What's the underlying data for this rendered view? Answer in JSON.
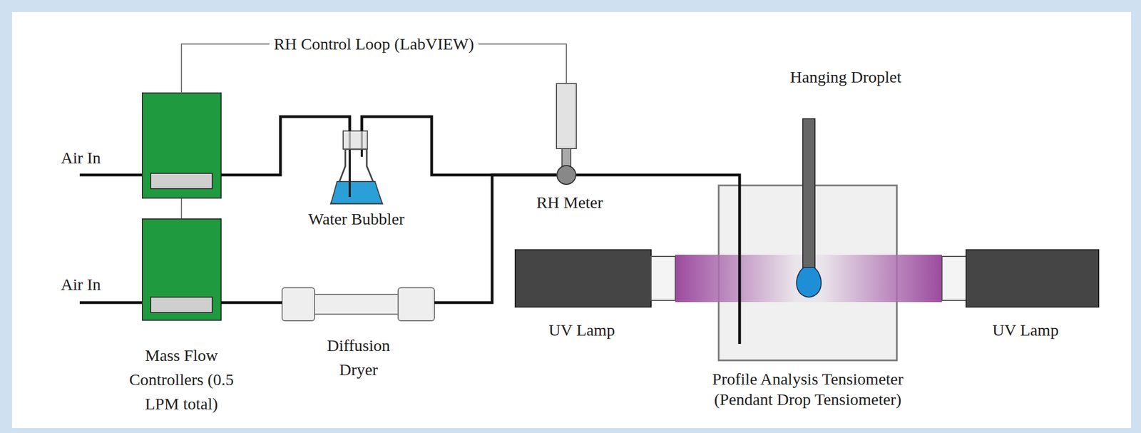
{
  "diagram": {
    "nodes": [
      {
        "text": [
          "Mass Flow Controllers (0.5 LPM total)"
        ]
      },
      {
        "text": [
          "Water Bubbler"
        ]
      },
      {
        "text": [
          "Diffusion Dryer"
        ]
      },
      {
        "text": [
          "RH Meter"
        ]
      },
      {
        "text": [
          "Profile Analysis Tensiometer",
          "(Pendant Drop Tensiometer)"
        ]
      }
    ],
    "edges": [
      {
        "from": 0,
        "to": 1,
        "arrow": "none"
      },
      {
        "from": 0,
        "to": 2,
        "arrow": "none"
      },
      {
        "from": 1,
        "to": 3,
        "arrow": "none"
      },
      {
        "from": 2,
        "to": 3,
        "arrow": "none"
      },
      {
        "from": 3,
        "to": 4,
        "arrow": "none"
      },
      {
        "from": 0,
        "to": 3,
        "label": "RH Control Loop (LabVIEW)",
        "arrow": "none"
      }
    ],
    "labels": [
      "Air In",
      "Air In",
      "Hanging Droplet",
      "UV Lamp",
      "UV Lamp"
    ]
  }
}
